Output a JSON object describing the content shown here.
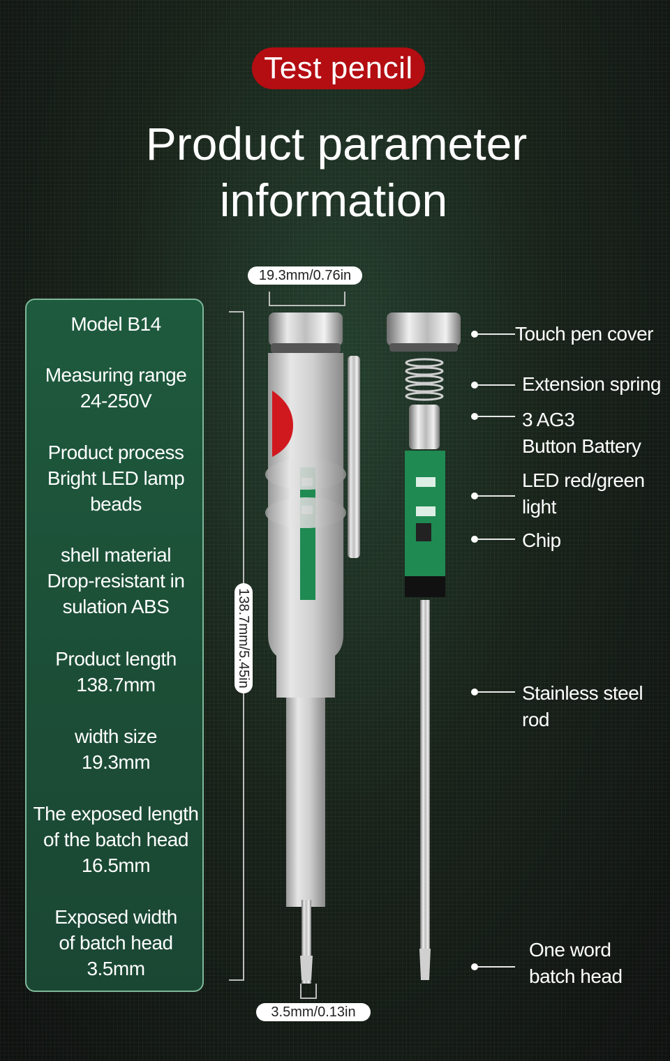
{
  "header": {
    "badge": "Test pencil",
    "title_line1": "Product parameter",
    "title_line2": "information"
  },
  "specs": [
    {
      "lines": [
        "Model B14"
      ]
    },
    {
      "lines": [
        "Measuring range",
        "24-250V"
      ]
    },
    {
      "lines": [
        "Product process",
        "Bright LED lamp",
        "beads"
      ]
    },
    {
      "lines": [
        "shell material",
        "Drop-resistant in",
        "sulation ABS"
      ]
    },
    {
      "lines": [
        "Product length",
        "138.7mm"
      ]
    },
    {
      "lines": [
        "width size",
        "19.3mm"
      ]
    },
    {
      "lines": [
        "The exposed length",
        "of the batch head",
        "16.5mm"
      ]
    },
    {
      "lines": [
        "Exposed width",
        "of batch head",
        "3.5mm"
      ]
    }
  ],
  "dimensions": {
    "width": "19.3mm/0.76in",
    "length": "138.7mm/5.45in",
    "tip": "3.5mm/0.13in"
  },
  "callouts": [
    {
      "lines": [
        "Touch pen cover"
      ]
    },
    {
      "lines": [
        "Extension spring"
      ]
    },
    {
      "lines": [
        "3 AG3",
        "Button Battery"
      ]
    },
    {
      "lines": [
        "LED red/green",
        "light"
      ]
    },
    {
      "lines": [
        "Chip"
      ]
    },
    {
      "lines": [
        "Stainless steel rod"
      ]
    },
    {
      "lines": [
        "One word",
        "batch head"
      ]
    }
  ],
  "colors": {
    "badge_red": "#b40d12",
    "panel_green": "#1e5a3e",
    "panel_border": "#7fb89a",
    "pcb_green": "#1f8a52"
  }
}
